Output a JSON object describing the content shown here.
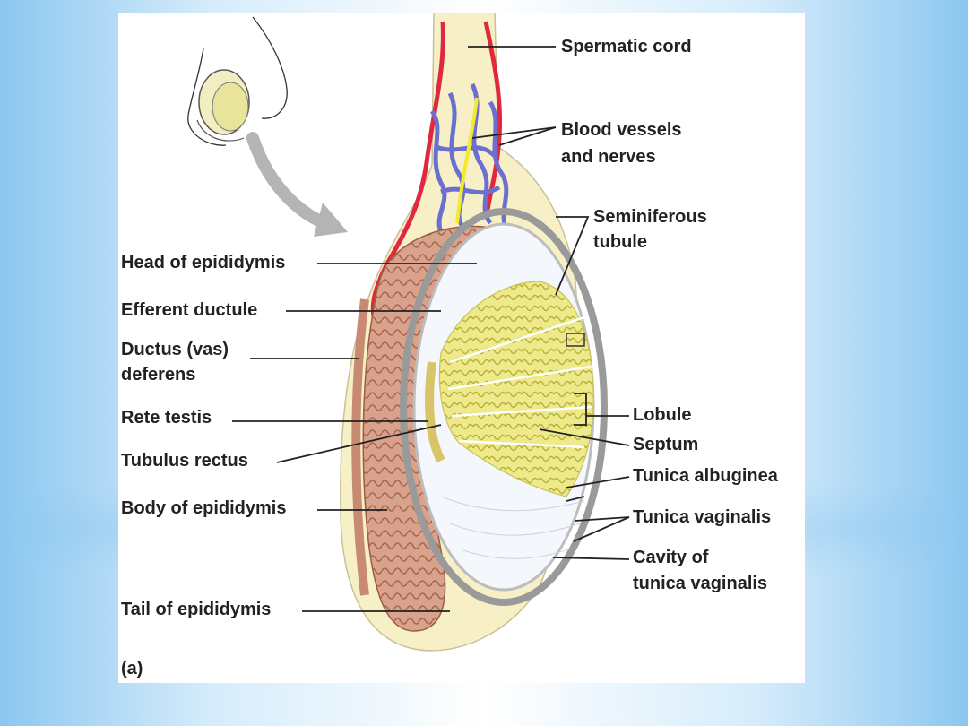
{
  "labels": {
    "spermatic_cord": "Spermatic cord",
    "blood_vessels_1": "Blood vessels",
    "blood_vessels_2": "and nerves",
    "seminiferous_1": "Seminiferous",
    "seminiferous_2": "tubule",
    "head_epididymis": "Head of epididymis",
    "efferent_ductule": "Efferent ductule",
    "ductus_1": "Ductus (vas)",
    "ductus_2": "deferens",
    "rete_testis": "Rete testis",
    "tubulus_rectus": "Tubulus rectus",
    "body_epididymis": "Body of epididymis",
    "tail_epididymis": "Tail of epididymis",
    "lobule": "Lobule",
    "septum": "Septum",
    "tunica_albuginea": "Tunica albuginea",
    "tunica_vaginalis": "Tunica vaginalis",
    "cavity_1": "Cavity of",
    "cavity_2": "tunica vaginalis",
    "panel_tag": "(a)"
  },
  "colors": {
    "cord": "#f7f0c6",
    "artery": "#e0293e",
    "vein": "#6b6fcf",
    "nerve": "#f2ea2a",
    "epididymis": "#d49b83",
    "tubules": "#e6e27a",
    "tunica": "#9a9a9a",
    "leader": "#222222"
  }
}
